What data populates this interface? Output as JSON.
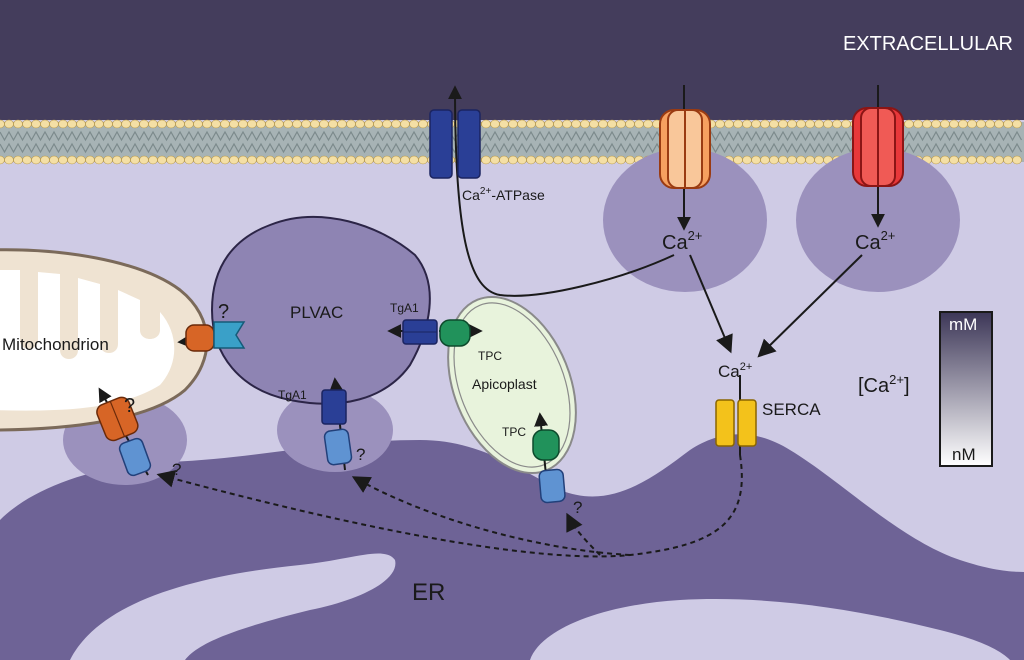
{
  "labels": {
    "extracellular": "EXTRACELLULAR",
    "atpase_prefix": "Ca",
    "atpase_sup": "2+",
    "atpase_suffix": "-ATPase",
    "ca_base": "Ca",
    "ca_sup": "2+",
    "plvac": "PLVAC",
    "tga1": "TgA1",
    "tpc": "TPC",
    "apicoplast": "Apicoplast",
    "mitochondrion": "Mitochondrion",
    "serca": "SERCA",
    "er": "ER",
    "question": "?",
    "scale_top": "mM",
    "scale_bottom": "nM",
    "scale_open": "[Ca",
    "scale_sup": "2+",
    "scale_close": "]"
  },
  "colors": {
    "extracellular": "#443d5c",
    "cytosol": "#cfcbe5",
    "er": "#6e6396",
    "plvac": "#8e84b3",
    "halo": "#9b91bd",
    "membrane_tail": "#a7b3b5",
    "membrane_head": "#f4dfa5",
    "mito_outer": "#efe3d2",
    "mito_inner": "#ffffff",
    "apicoplast": "#e8f3dc",
    "channel_orange": "#f6a060",
    "channel_red": "#e8383a",
    "atpase_blue": "#2a3f96",
    "light_blue": "#5f93d2",
    "teal": "#3aa0c8",
    "transporter_orange": "#d76526",
    "tpc_green": "#21925b",
    "serca_yellow": "#f3c21b"
  }
}
